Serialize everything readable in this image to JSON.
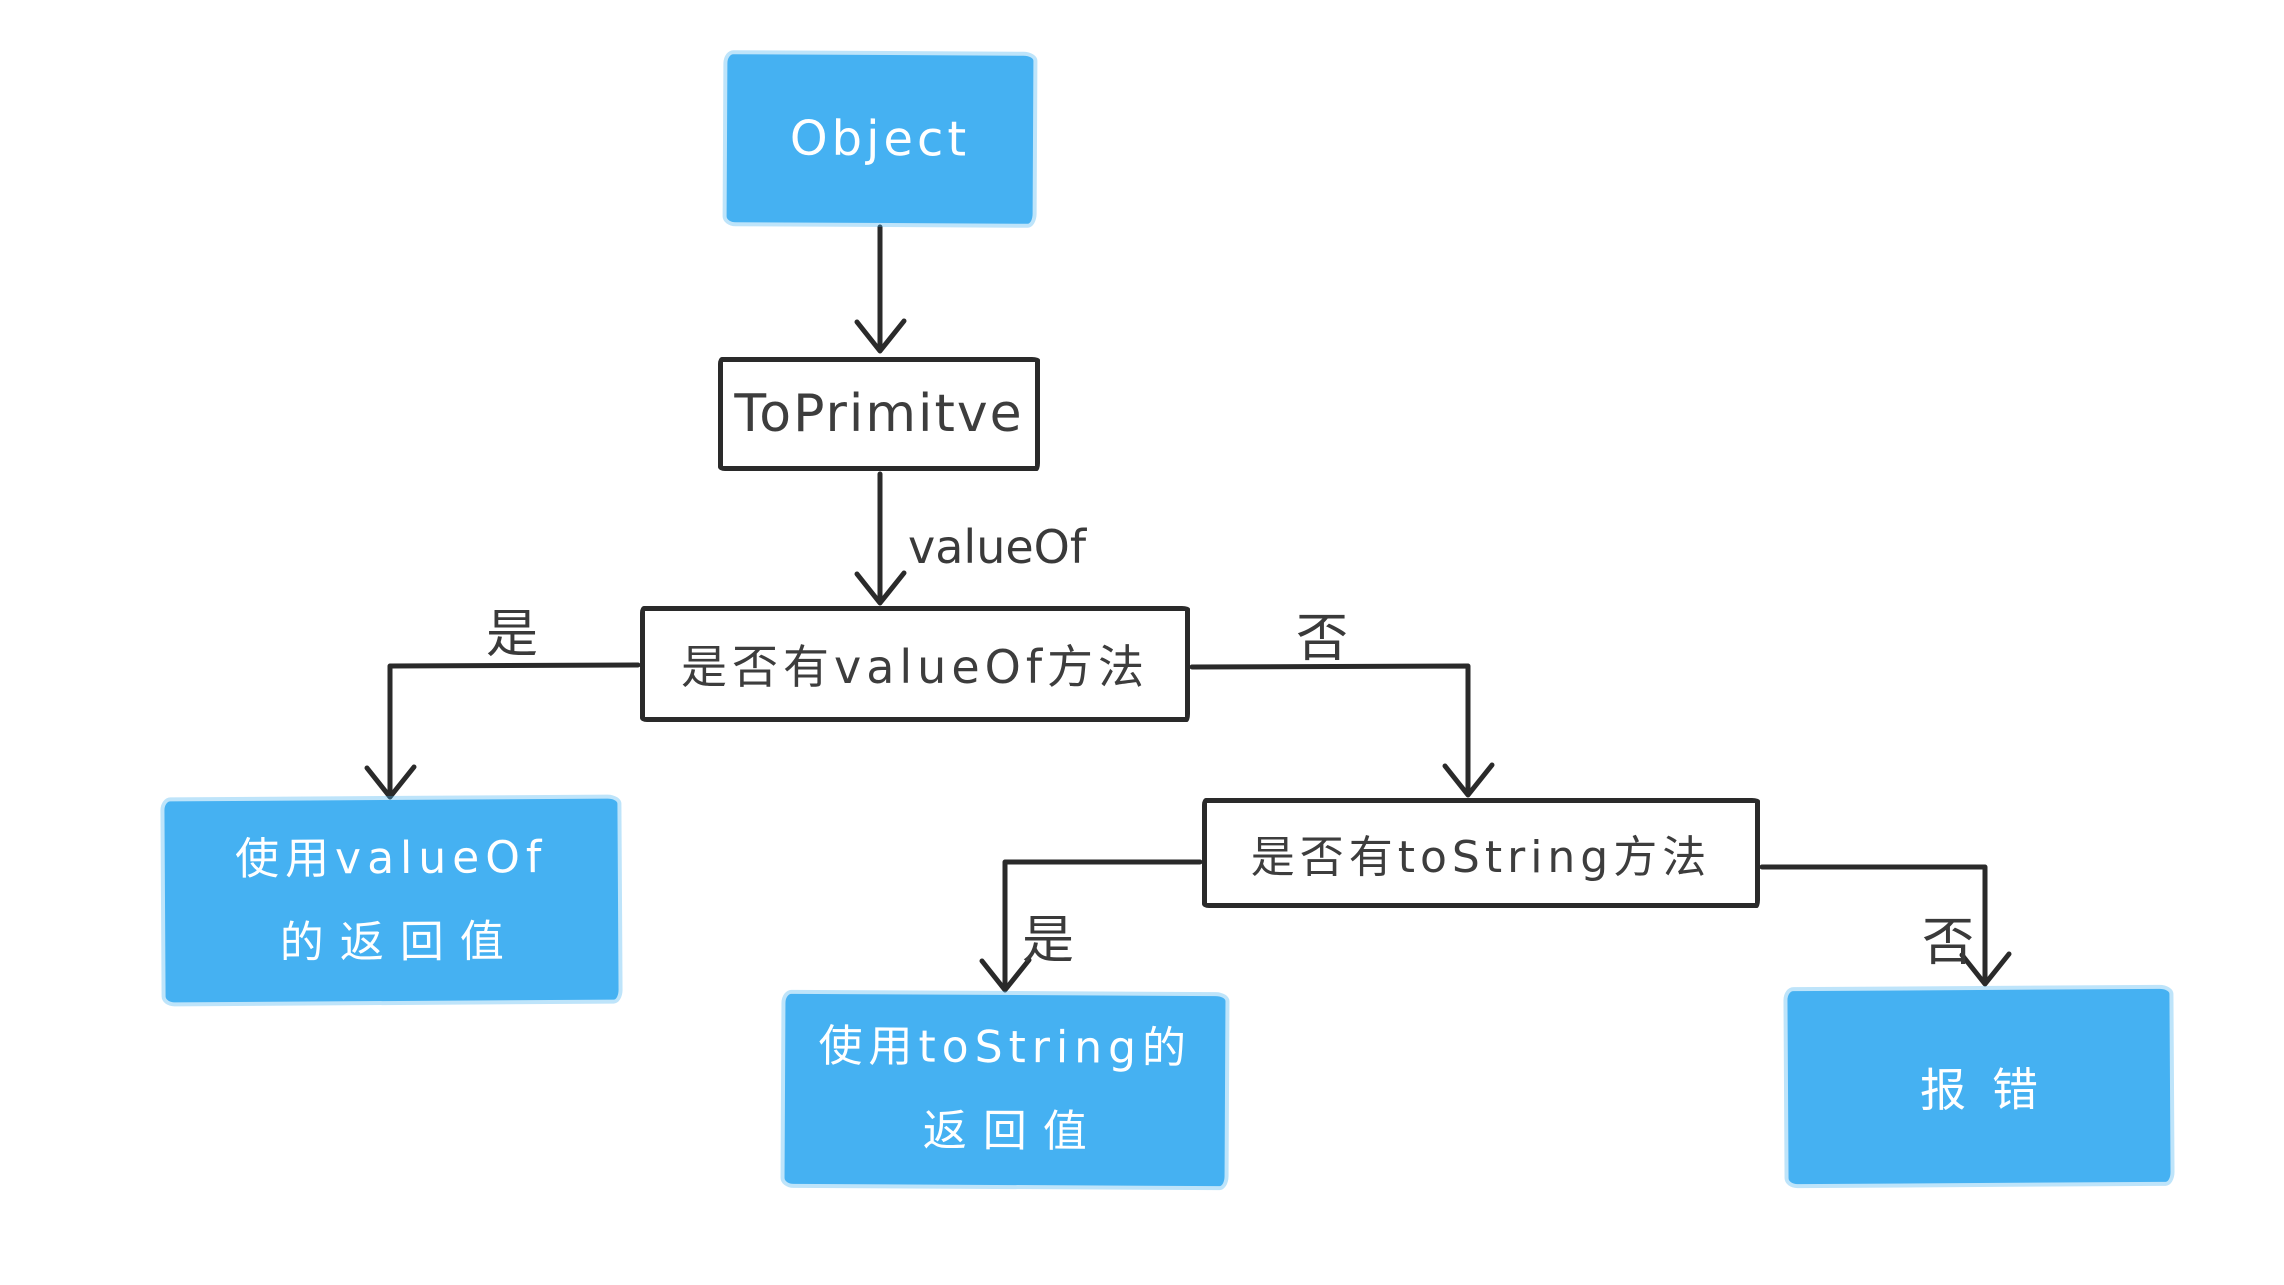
{
  "colors": {
    "background": "#ffffff",
    "node_fill": "#45b1f2",
    "node_text": "#ffffff",
    "decision_fill": "#ffffff",
    "decision_border": "#2a2a2a",
    "decision_text": "#3d3d3d",
    "line": "#2a2a2a"
  },
  "nodes": {
    "object": {
      "label": "Object"
    },
    "toprimitive": {
      "label": "ToPrimitve"
    },
    "decision_valueof": {
      "label": "是否有valueOf方法"
    },
    "decision_tostring": {
      "label": "是否有toString方法"
    },
    "result_valueof": {
      "line1": "使用valueOf",
      "line2": "的返回值"
    },
    "result_tostring": {
      "line1": "使用toString的",
      "line2": "返回值"
    },
    "error": {
      "label": "报错"
    }
  },
  "edges": {
    "toprimitive_valueof": {
      "label": "valueOf"
    },
    "decision_valueof_yes": {
      "label": "是"
    },
    "decision_valueof_no": {
      "label": "否"
    },
    "decision_tostring_yes": {
      "label": "是"
    },
    "decision_tostring_no": {
      "label": "否"
    }
  }
}
